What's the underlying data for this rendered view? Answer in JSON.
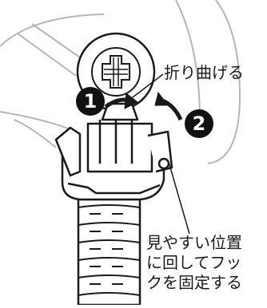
{
  "labels": {
    "bend": "折り曲げる",
    "fix_lines": [
      "見やすい位置",
      "に回してフッ",
      "クを固定する"
    ]
  },
  "steps": [
    "1",
    "2"
  ],
  "colors": {
    "line": "#1a1a1a",
    "light_line": "#b5b5b5",
    "fill": "#ffffff",
    "marker": "#111111"
  }
}
